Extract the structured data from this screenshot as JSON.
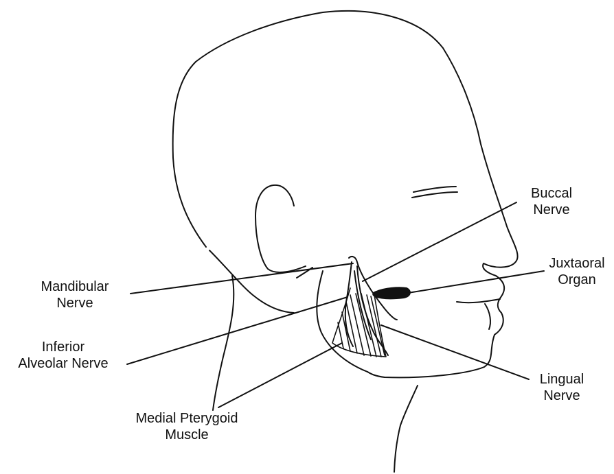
{
  "labels": {
    "buccal_nerve": [
      "Buccal",
      "Nerve"
    ],
    "juxtaoral_organ": [
      "Juxtaoral",
      "Organ"
    ],
    "mandibular_nerve": [
      "Mandibular",
      "Nerve"
    ],
    "inferior_alveolar_nerve": [
      "Inferior",
      "Alveolar Nerve"
    ],
    "medial_pterygoid_muscle": [
      "Medial Pterygoid",
      "Muscle"
    ],
    "lingual_nerve": [
      "Lingual",
      "Nerve"
    ]
  },
  "colors": {
    "ink": "#111111",
    "background": "#ffffff"
  }
}
